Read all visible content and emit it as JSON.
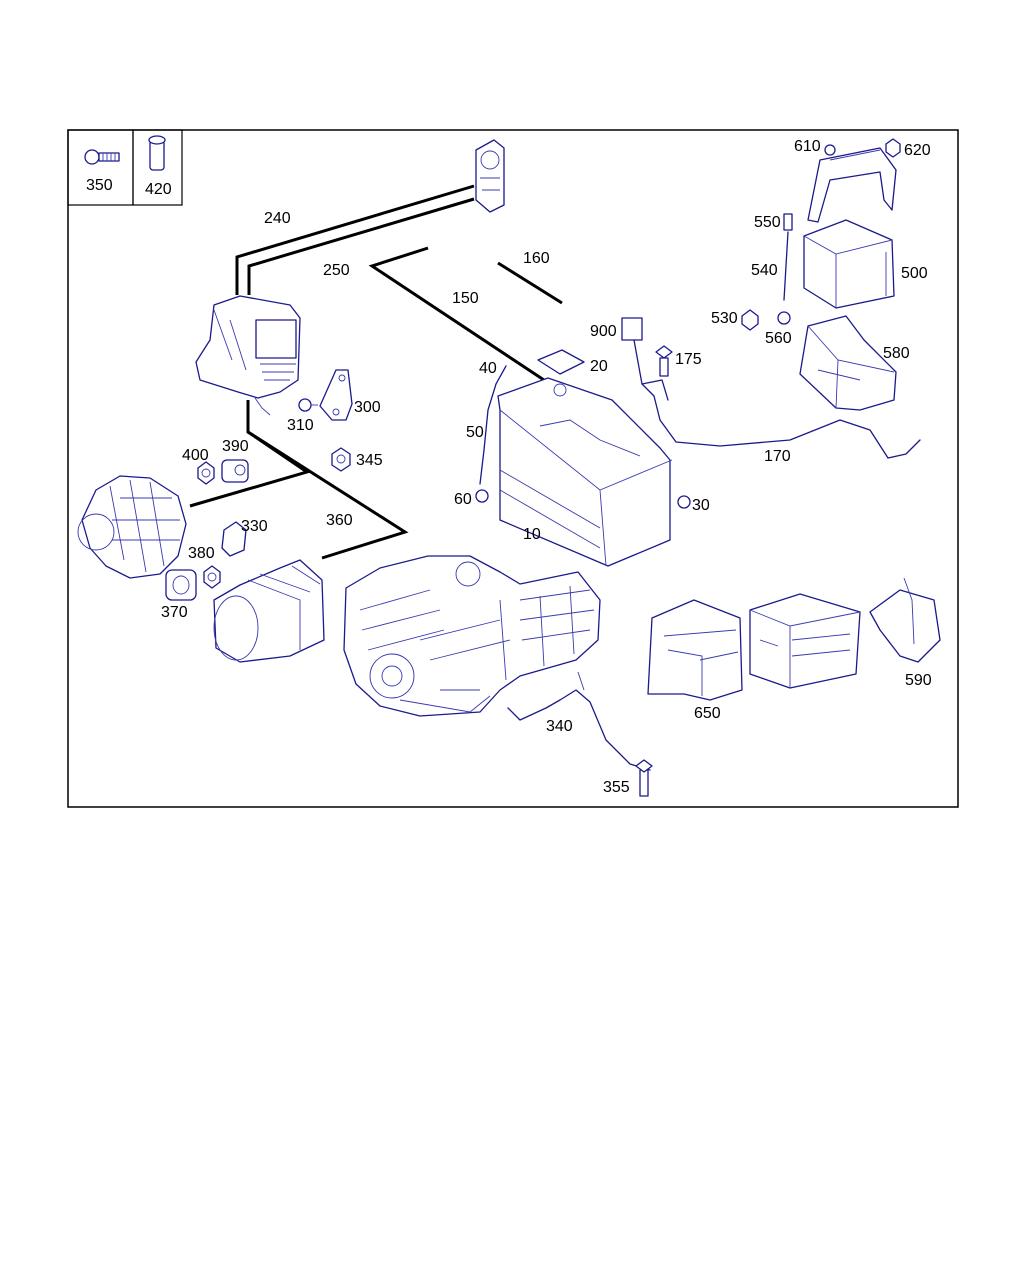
{
  "callouts": {
    "c350": "350",
    "c420": "420",
    "c240": "240",
    "c250": "250",
    "c160": "160",
    "c150": "150",
    "c610": "610",
    "c620": "620",
    "c550": "550",
    "c500": "500",
    "c540": "540",
    "c530": "530",
    "c560": "560",
    "c580": "580",
    "c900": "900",
    "c175": "175",
    "c20": "20",
    "c40": "40",
    "c300": "300",
    "c310": "310",
    "c50": "50",
    "c390": "390",
    "c400": "400",
    "c345": "345",
    "c170": "170",
    "c60": "60",
    "c30": "30",
    "c330": "330",
    "c360": "360",
    "c10": "10",
    "c380": "380",
    "c370": "370",
    "c590": "590",
    "c650": "650",
    "c340": "340",
    "c355": "355"
  },
  "colors": {
    "line_art": "#1a1a8c",
    "leader_lines": "#000000",
    "frame": "#000000"
  },
  "icons": [
    "bolt-icon",
    "sleeve-icon",
    "battery-icon",
    "engine-icon",
    "alternator-icon",
    "starter-icon",
    "cable-icon",
    "bracket-icon",
    "nut-icon",
    "fuse-box-icon"
  ]
}
